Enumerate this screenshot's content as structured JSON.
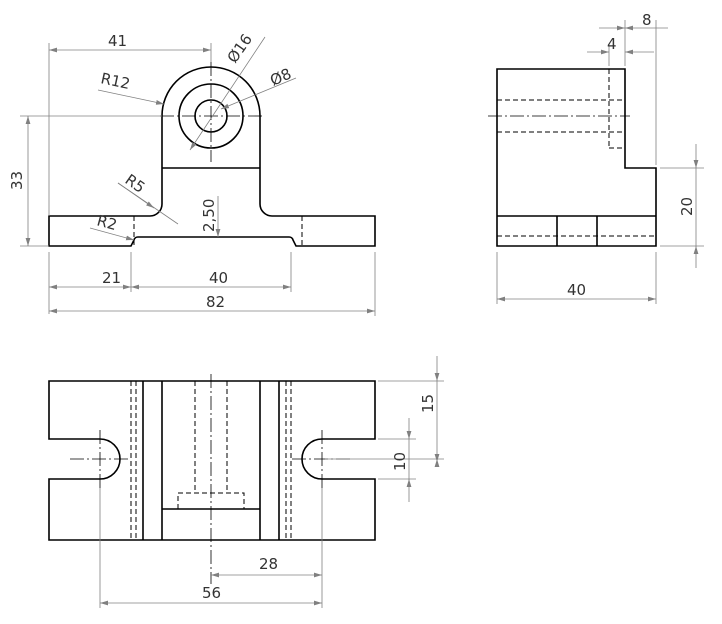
{
  "drawing": {
    "front_view": {
      "dims": {
        "d41": "41",
        "r12": "R12",
        "dia16": "Ø16",
        "dia8": "Ø8",
        "d33": "33",
        "r5": "R5",
        "d2_50": "2,50",
        "r2": "R2",
        "d21": "21",
        "d40": "40",
        "d82": "82"
      }
    },
    "side_view": {
      "dims": {
        "d8": "8",
        "d4": "4",
        "d20": "20",
        "d40": "40"
      }
    },
    "top_view": {
      "dims": {
        "d15": "15",
        "d10": "10",
        "d28": "28",
        "d56": "56"
      }
    }
  }
}
